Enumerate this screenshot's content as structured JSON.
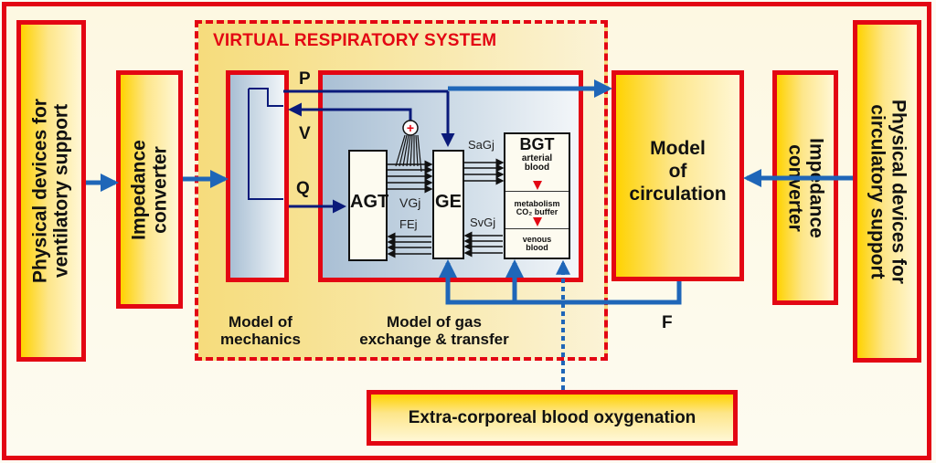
{
  "diagram": {
    "title": "VIRTUAL RESPIRATORY SYSTEM",
    "blocks": {
      "left_physical": {
        "line1": "Physical devices for",
        "line2": "ventilatory support"
      },
      "left_impedance": {
        "line1": "Impedance",
        "line2": "converter"
      },
      "right_impedance": {
        "line1": "Impedance",
        "line2": "converter"
      },
      "right_physical": {
        "line1": "Physical devices for",
        "line2": "circulatory support"
      },
      "circulation": {
        "line1": "Model",
        "line2": "of",
        "line3": "circulation"
      },
      "ecbo": {
        "label": "Extra-corporeal blood oxygenation"
      }
    },
    "mechanics_signals": {
      "p": "P",
      "v": "V",
      "q": "Q"
    },
    "gas_exchange": {
      "agt": "AGT",
      "ge": "GE",
      "vgj": "VGj",
      "fej": "FEj",
      "sagj": "SaGj",
      "svgj": "SvGj",
      "summer_symbol": "+",
      "bgt": {
        "title": "BGT",
        "arterial_line1": "arterial",
        "arterial_line2": "blood",
        "metabolism_line1": "metabolism",
        "metabolism_line2": "CO₂ buffer",
        "venous_line1": "venous",
        "venous_line2": "blood"
      }
    },
    "captions": {
      "mechanics_line1": "Model of",
      "mechanics_line2": "mechanics",
      "gas_line1": "Model of gas",
      "gas_line2": "exchange & transfer",
      "flow": "F"
    },
    "colors": {
      "border_red": "#e30613",
      "arrow_blue": "#1f66b8",
      "signal_navy": "#0a1a7a",
      "yellow": "#ffd200"
    }
  }
}
